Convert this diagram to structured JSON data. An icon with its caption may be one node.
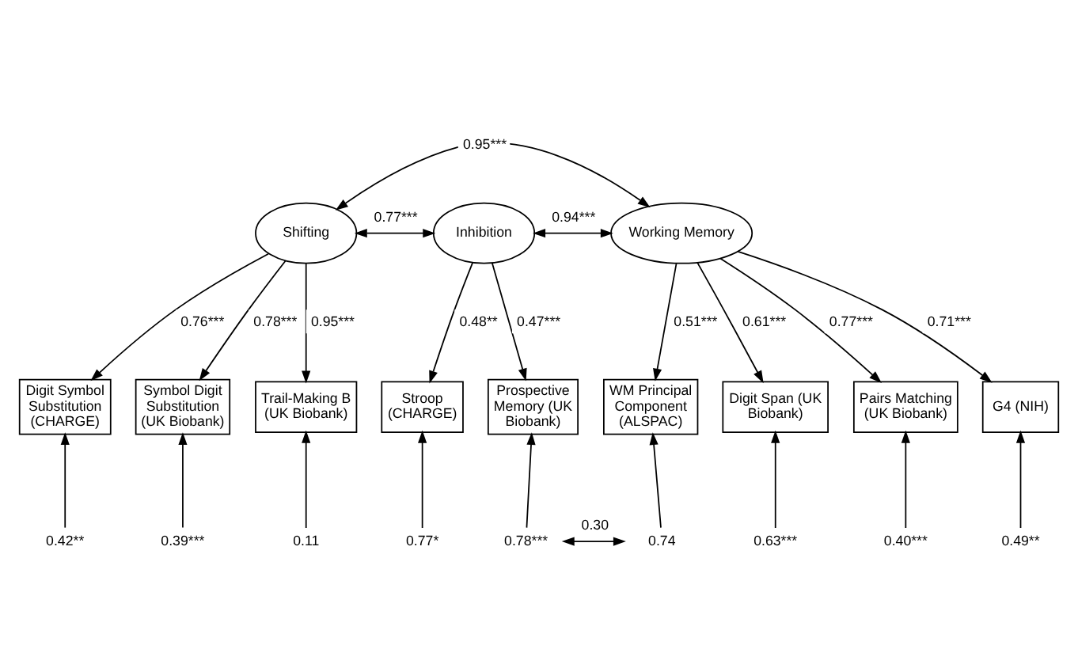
{
  "diagram": {
    "nodes": [
      {
        "text": [
          "Shifting"
        ]
      },
      {
        "text": [
          "Inhibition"
        ]
      },
      {
        "text": [
          "Working Memory"
        ]
      },
      {
        "text": [
          "Digit Symbol Substitution (CHARGE)"
        ]
      },
      {
        "text": [
          "Symbol Digit Substitution (UK Biobank)"
        ]
      },
      {
        "text": [
          "Trail-Making B (UK Biobank)"
        ]
      },
      {
        "text": [
          "Stroop (CHARGE)"
        ]
      },
      {
        "text": [
          "Prospective Memory (UK Biobank)"
        ]
      },
      {
        "text": [
          "WM Principal Component (ALSPAC)"
        ]
      },
      {
        "text": [
          "Digit Span (UK Biobank)"
        ]
      },
      {
        "text": [
          "Pairs Matching (UK Biobank)"
        ]
      },
      {
        "text": [
          "G4 (NIH)"
        ]
      },
      {
        "text": [
          "0.42**"
        ]
      },
      {
        "text": [
          "0.39***"
        ]
      },
      {
        "text": [
          "0.11"
        ]
      },
      {
        "text": [
          "0.77*"
        ]
      },
      {
        "text": [
          "0.78***"
        ]
      },
      {
        "text": [
          "0.74"
        ]
      },
      {
        "text": [
          "0.63***"
        ]
      },
      {
        "text": [
          "0.40***"
        ]
      },
      {
        "text": [
          "0.49**"
        ]
      }
    ],
    "edges": [
      {
        "from": 0,
        "to": 2,
        "arrow": "both",
        "label": "0.95***"
      },
      {
        "from": 0,
        "to": 1,
        "arrow": "both",
        "label": "0.77***"
      },
      {
        "from": 1,
        "to": 2,
        "arrow": "both",
        "label": "0.94***"
      },
      {
        "from": 0,
        "to": 3,
        "arrow": "to",
        "label": "0.76***"
      },
      {
        "from": 0,
        "to": 4,
        "arrow": "to",
        "label": "0.78***"
      },
      {
        "from": 0,
        "to": 5,
        "arrow": "to",
        "label": "0.95***"
      },
      {
        "from": 1,
        "to": 6,
        "arrow": "to",
        "label": "0.48**"
      },
      {
        "from": 1,
        "to": 7,
        "arrow": "to",
        "label": "0.47***"
      },
      {
        "from": 2,
        "to": 8,
        "arrow": "to",
        "label": "0.51***"
      },
      {
        "from": 2,
        "to": 9,
        "arrow": "to",
        "label": "0.61***"
      },
      {
        "from": 2,
        "to": 10,
        "arrow": "to",
        "label": "0.77***"
      },
      {
        "from": 2,
        "to": 11,
        "arrow": "to",
        "label": "0.71***"
      },
      {
        "from": 12,
        "to": 3,
        "arrow": "to"
      },
      {
        "from": 13,
        "to": 4,
        "arrow": "to"
      },
      {
        "from": 14,
        "to": 5,
        "arrow": "to"
      },
      {
        "from": 15,
        "to": 6,
        "arrow": "to"
      },
      {
        "from": 16,
        "to": 7,
        "arrow": "to"
      },
      {
        "from": 17,
        "to": 8,
        "arrow": "to"
      },
      {
        "from": 18,
        "to": 9,
        "arrow": "to"
      },
      {
        "from": 19,
        "to": 10,
        "arrow": "to"
      },
      {
        "from": 20,
        "to": 11,
        "arrow": "to"
      },
      {
        "from": 16,
        "to": 17,
        "arrow": "both",
        "label": "0.30"
      }
    ]
  }
}
